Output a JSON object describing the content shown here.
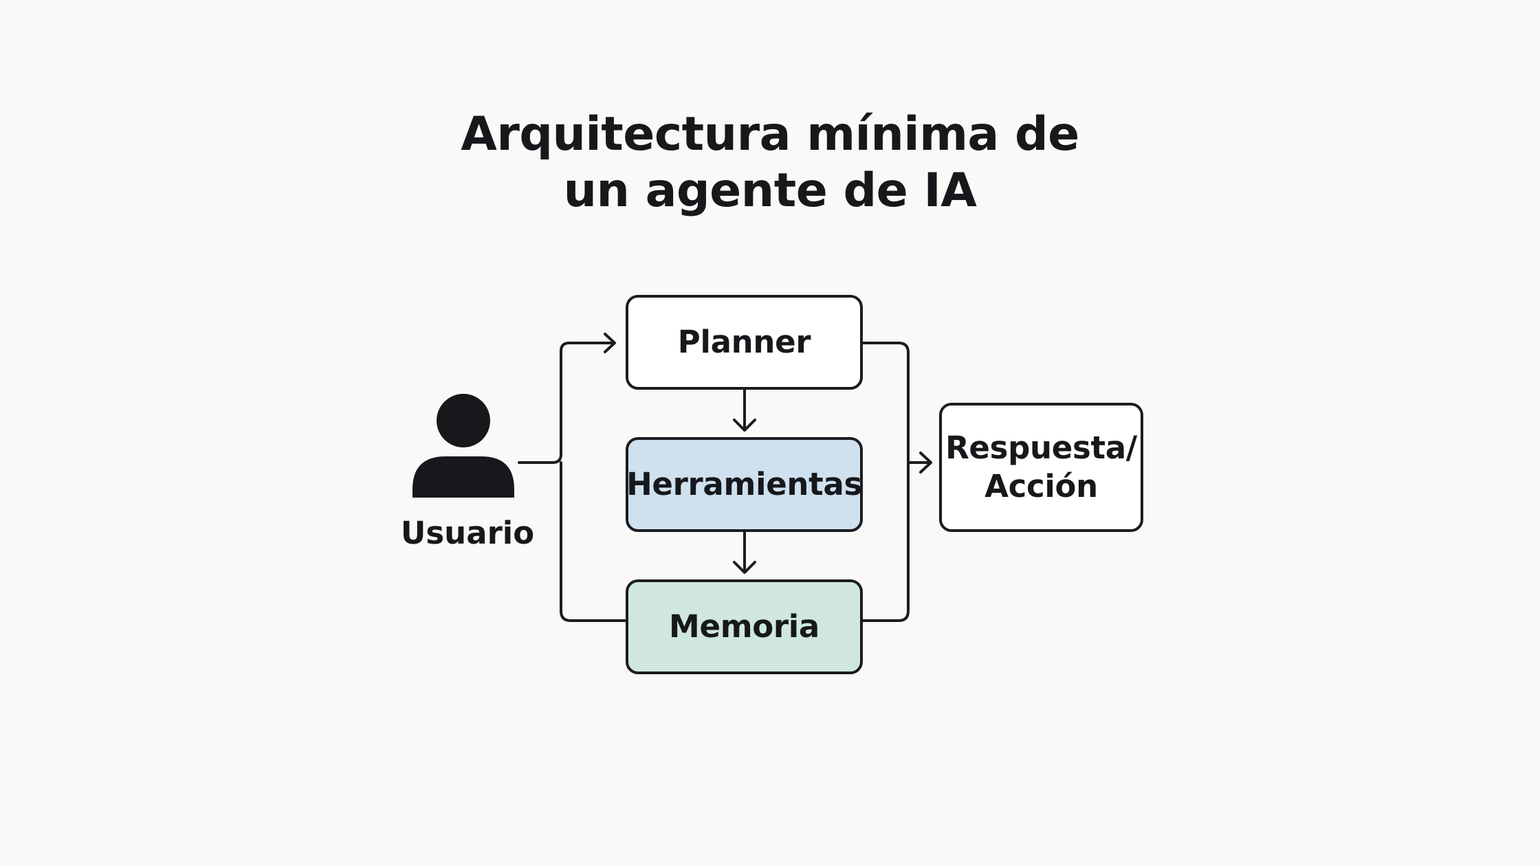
{
  "title": {
    "line1": "Arquitectura mínima de",
    "line2": "un agente de IA"
  },
  "nodes": {
    "user": {
      "label": "Usuario",
      "icon": "user-icon"
    },
    "planner": {
      "label": "Planner",
      "fill": "#ffffff"
    },
    "tools": {
      "label": "Herramientas",
      "fill": "#cfe0ef"
    },
    "memory": {
      "label": "Memoria",
      "fill": "#cfe7dc"
    },
    "output": {
      "line1": "Respuesta/",
      "line2": "Acción",
      "fill": "#ffffff"
    }
  },
  "edges": [
    {
      "from": "user",
      "to": "planner"
    },
    {
      "from": "memory",
      "to": "user"
    },
    {
      "from": "planner",
      "to": "tools"
    },
    {
      "from": "tools",
      "to": "memory"
    },
    {
      "from": "planner",
      "to": "output"
    },
    {
      "from": "memory",
      "to": "output"
    }
  ],
  "colors": {
    "background": "#faf9f7",
    "stroke": "#1a1c1f",
    "text": "#16181b"
  }
}
